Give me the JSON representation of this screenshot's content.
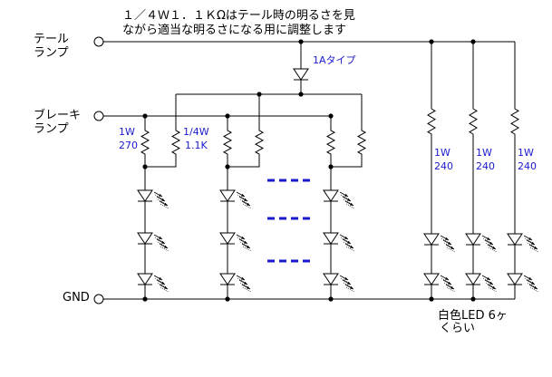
{
  "note_lines": [
    "１／４Ｗ１．１ＫΩはテール時の明るさを見",
    "ながら適当な明るさになる用に調整します"
  ],
  "terminals": {
    "tail": [
      "テール",
      "ランプ"
    ],
    "brake": [
      "ブレーキ",
      "ランプ"
    ],
    "gnd": "GND"
  },
  "diode_label": "1Aタイプ",
  "brake_resistor_labels": {
    "main": [
      "1W",
      "270"
    ],
    "trim": [
      "1/4W",
      "1.1K"
    ]
  },
  "position_resistor_labels": [
    [
      "1W",
      "240"
    ],
    [
      "1W",
      "240"
    ],
    [
      "1W",
      "240"
    ]
  ],
  "led_note": [
    "白色LED 6ヶ",
    "くらい"
  ],
  "colors": {
    "line": "#000000",
    "accent": "#1a1acc"
  }
}
